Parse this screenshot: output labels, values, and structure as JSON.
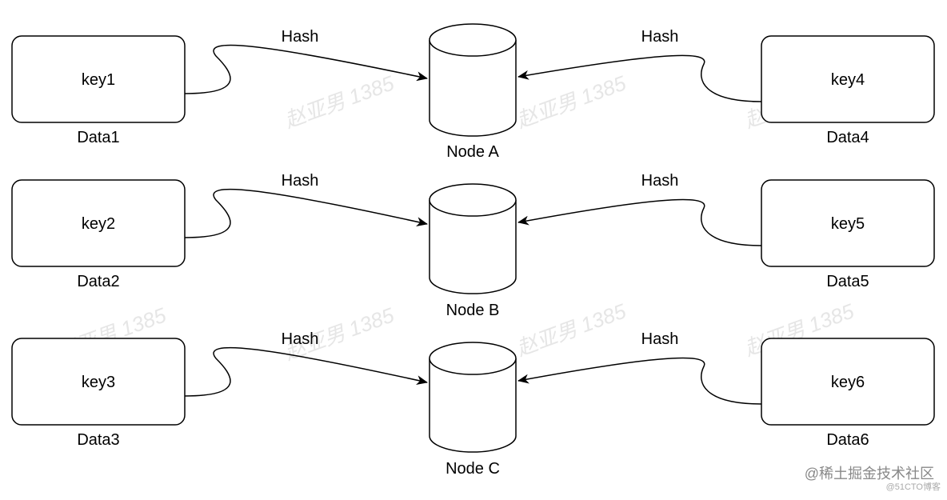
{
  "diagram": {
    "rows": [
      {
        "left": {
          "key": "key1",
          "data": "Data1"
        },
        "right": {
          "key": "key4",
          "data": "Data4"
        },
        "node": "Node A",
        "left_edge_label": "Hash",
        "right_edge_label": "Hash"
      },
      {
        "left": {
          "key": "key2",
          "data": "Data2"
        },
        "right": {
          "key": "key5",
          "data": "Data5"
        },
        "node": "Node B",
        "left_edge_label": "Hash",
        "right_edge_label": "Hash"
      },
      {
        "left": {
          "key": "key3",
          "data": "Data3"
        },
        "right": {
          "key": "key6",
          "data": "Data6"
        },
        "node": "Node C",
        "left_edge_label": "Hash",
        "right_edge_label": "Hash"
      }
    ]
  },
  "watermark": {
    "text": "赵亚男 1385"
  },
  "branding": {
    "community": "@稀土掘金技术社区",
    "blog": "@51CTO博客"
  },
  "colors": {
    "stroke": "#000000",
    "watermark": "#e6e6e6"
  }
}
